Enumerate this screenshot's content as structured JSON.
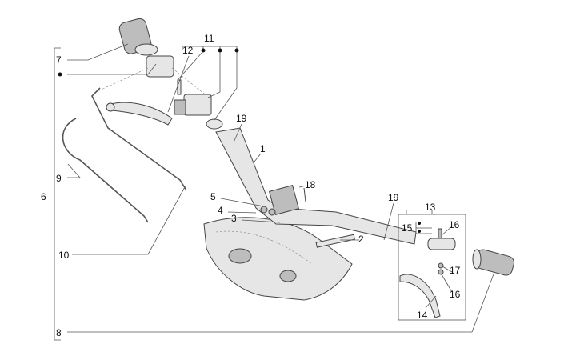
{
  "diagram": {
    "labels": {
      "l7": "7",
      "l6": "6",
      "l9": "9",
      "l10": "10",
      "l8": "8",
      "l11": "11",
      "l12": "12",
      "l19a": "19",
      "l1": "1",
      "l18": "18",
      "l5": "5",
      "l4": "4",
      "l3": "3",
      "l2": "2",
      "l19b": "19",
      "l13": "13",
      "l15": "15",
      "l16a": "16",
      "l17": "17",
      "l16b": "16",
      "l14": "14"
    }
  }
}
